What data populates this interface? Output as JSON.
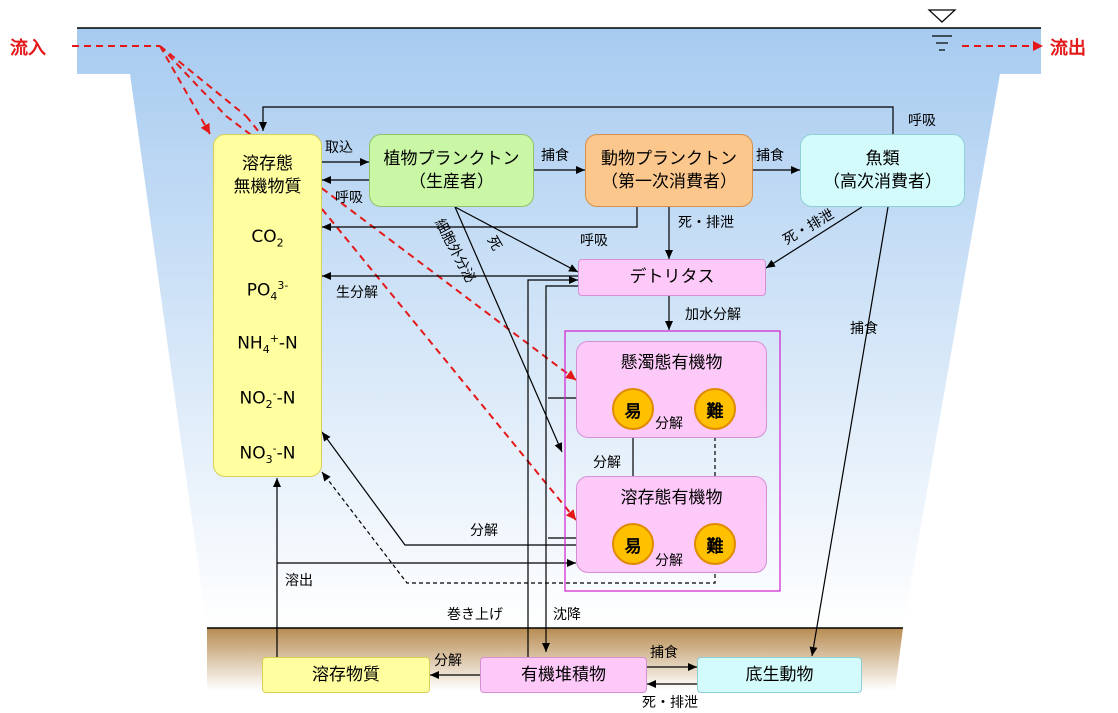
{
  "inflow_label": "流入",
  "outflow_label": "流出",
  "boxes": {
    "inorganic_line1": "溶存態",
    "inorganic_line2": "無機物質",
    "phyto_line1": "植物プランクトン",
    "phyto_line2": "（生産者）",
    "zoo_line1": "動物プランクトン",
    "zoo_line2": "（第一次消費者）",
    "fish_line1": "魚類",
    "fish_line2": "（高次消費者）",
    "detritus": "デトリタス",
    "suspended": "懸濁態有機物",
    "dissolved_org": "溶存態有機物",
    "dissolved_matter": "溶存物質",
    "sediment": "有機堆積物",
    "benthos": "底生動物"
  },
  "circles": {
    "easy": "易",
    "hard": "難"
  },
  "chemicals": [
    {
      "base": "CO",
      "sub": "2",
      "sup": "",
      "tail": ""
    },
    {
      "base": "PO",
      "sub": "4",
      "sup": "3-",
      "tail": ""
    },
    {
      "base": "NH",
      "sub": "4",
      "sup": "+",
      "tail": "-N"
    },
    {
      "base": "NO",
      "sub": "2",
      "sup": "-",
      "tail": "-N"
    },
    {
      "base": "NO",
      "sub": "3",
      "sup": "-",
      "tail": "-N"
    }
  ],
  "labels": {
    "uptake": "取込",
    "respiration": "呼吸",
    "predation": "捕食",
    "death_excretion": "死・排泄",
    "death": "死",
    "extracellular": "細胞外分泌",
    "biodegradation": "生分解",
    "hydrolysis": "加水分解",
    "decomposition": "分解",
    "elution": "溶出",
    "resuspension": "巻き上げ",
    "sedimentation": "沈降"
  }
}
